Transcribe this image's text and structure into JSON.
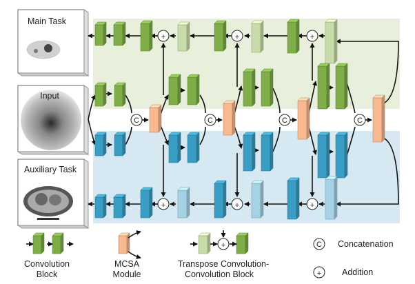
{
  "panels": {
    "main_task": "Main Task",
    "input": "Input",
    "auxiliary_task": "Auxiliary Task"
  },
  "symbols": {
    "concat": "C",
    "add": "+"
  },
  "legend": {
    "conv_line1": "Convolution",
    "conv_line2": "Block",
    "mcsa_line1": "MCSA",
    "mcsa_line2": "Module",
    "tconv_line1": "Transpose Convolution-",
    "tconv_line2": "Convolution Block",
    "concatenation": "Concatenation",
    "addition": "Addition"
  },
  "colors": {
    "main_bg": "#e8f0dc",
    "aux_bg": "#d6e8f2",
    "conv_green": "#7fae48",
    "tconv_green": "#c8dcaa",
    "conv_blue": "#3a9ec4",
    "tconv_blue": "#a6d2e6",
    "mcsa": "#f8b890"
  }
}
